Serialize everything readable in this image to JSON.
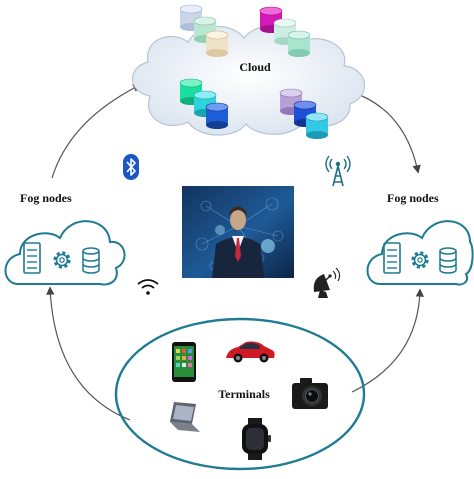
{
  "labels": {
    "cloud": "Cloud",
    "fog_left": "Fog nodes",
    "fog_right": "Fog nodes",
    "terminals": "Terminals"
  },
  "icons": {
    "central_image": "business-person-touching-virtual-interface",
    "left_connection": "bluetooth-icon",
    "left_wireless": "wifi-icon",
    "right_connection": "cell-tower-icon",
    "right_wireless": "satellite-dish-icon",
    "fog_node_contents": [
      "server-icon",
      "gear-icon",
      "database-icon"
    ],
    "terminal_devices": [
      "smartphone-icon",
      "car-icon",
      "camera-icon",
      "laptop-icon",
      "smartwatch-icon"
    ]
  },
  "colors": {
    "cloud_fill": "#e6edf7",
    "fog_outline": "#1f7a93",
    "terminal_ring": "#1f7a93",
    "arrow": "#555555",
    "bluetooth": "#1c56c4"
  }
}
